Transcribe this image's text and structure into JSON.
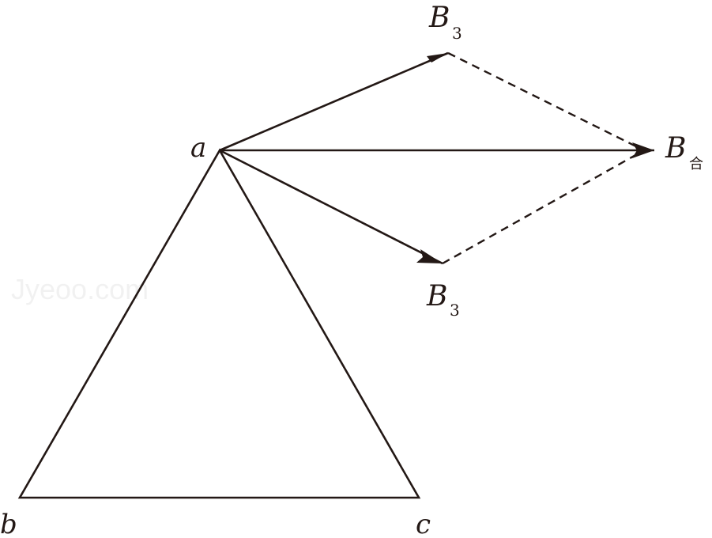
{
  "labels": {
    "a": "a",
    "b": "b",
    "c": "c",
    "B_top": "B",
    "B_top_sub": "3",
    "B_bottom": "B",
    "B_bottom_sub": "3",
    "B_result": "B",
    "B_result_sub": "合"
  },
  "watermark": "Jyeoo.com",
  "colors": {
    "stroke": "#231815",
    "background": "#ffffff"
  }
}
